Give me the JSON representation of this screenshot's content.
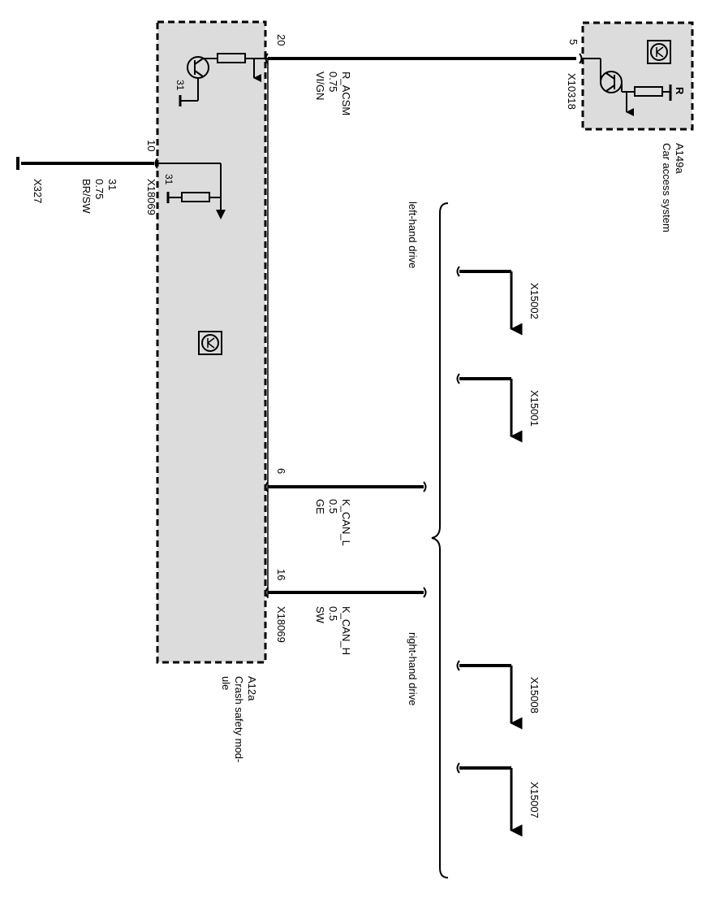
{
  "colors": {
    "module_fill": "#dcdcdc",
    "wire": "#000000",
    "background": "#ffffff"
  },
  "modules": {
    "crash_safety": {
      "id": "A12a",
      "name_line1": "Crash safety mod-",
      "name_line2": "ule",
      "connector_top": "X18069",
      "connector_bottom": "X18069"
    },
    "car_access": {
      "id": "A149a",
      "name": "Car access system",
      "connector": "X10318",
      "resistor_label": "R"
    }
  },
  "pins": {
    "p20": "20",
    "p5": "5",
    "p10": "10",
    "p6": "6",
    "p16": "16",
    "ground_31_top": "31",
    "ground_31_mid": "31"
  },
  "wires": {
    "r_acsm": {
      "signal": "R_ACSM",
      "gauge": "0.75",
      "color": "VI/GN"
    },
    "ground": {
      "signal": "31",
      "gauge": "0.75",
      "color": "BR/SW",
      "ground_point": "X327"
    },
    "k_can_l": {
      "signal": "K_CAN_L",
      "gauge": "0.5",
      "color": "GE"
    },
    "k_can_h": {
      "signal": "K_CAN_H",
      "gauge": "0.5",
      "color": "SW"
    }
  },
  "drive_groups": {
    "left": "left-hand drive",
    "right": "right-hand drive"
  },
  "connectors": {
    "x15002": "X15002",
    "x15001": "X15001",
    "x15008": "X15008",
    "x15007": "X15007"
  },
  "icons": [
    "transistor-icon",
    "resistor-icon",
    "ground-icon",
    "module-symbol-icon",
    "arrow-down-icon"
  ]
}
